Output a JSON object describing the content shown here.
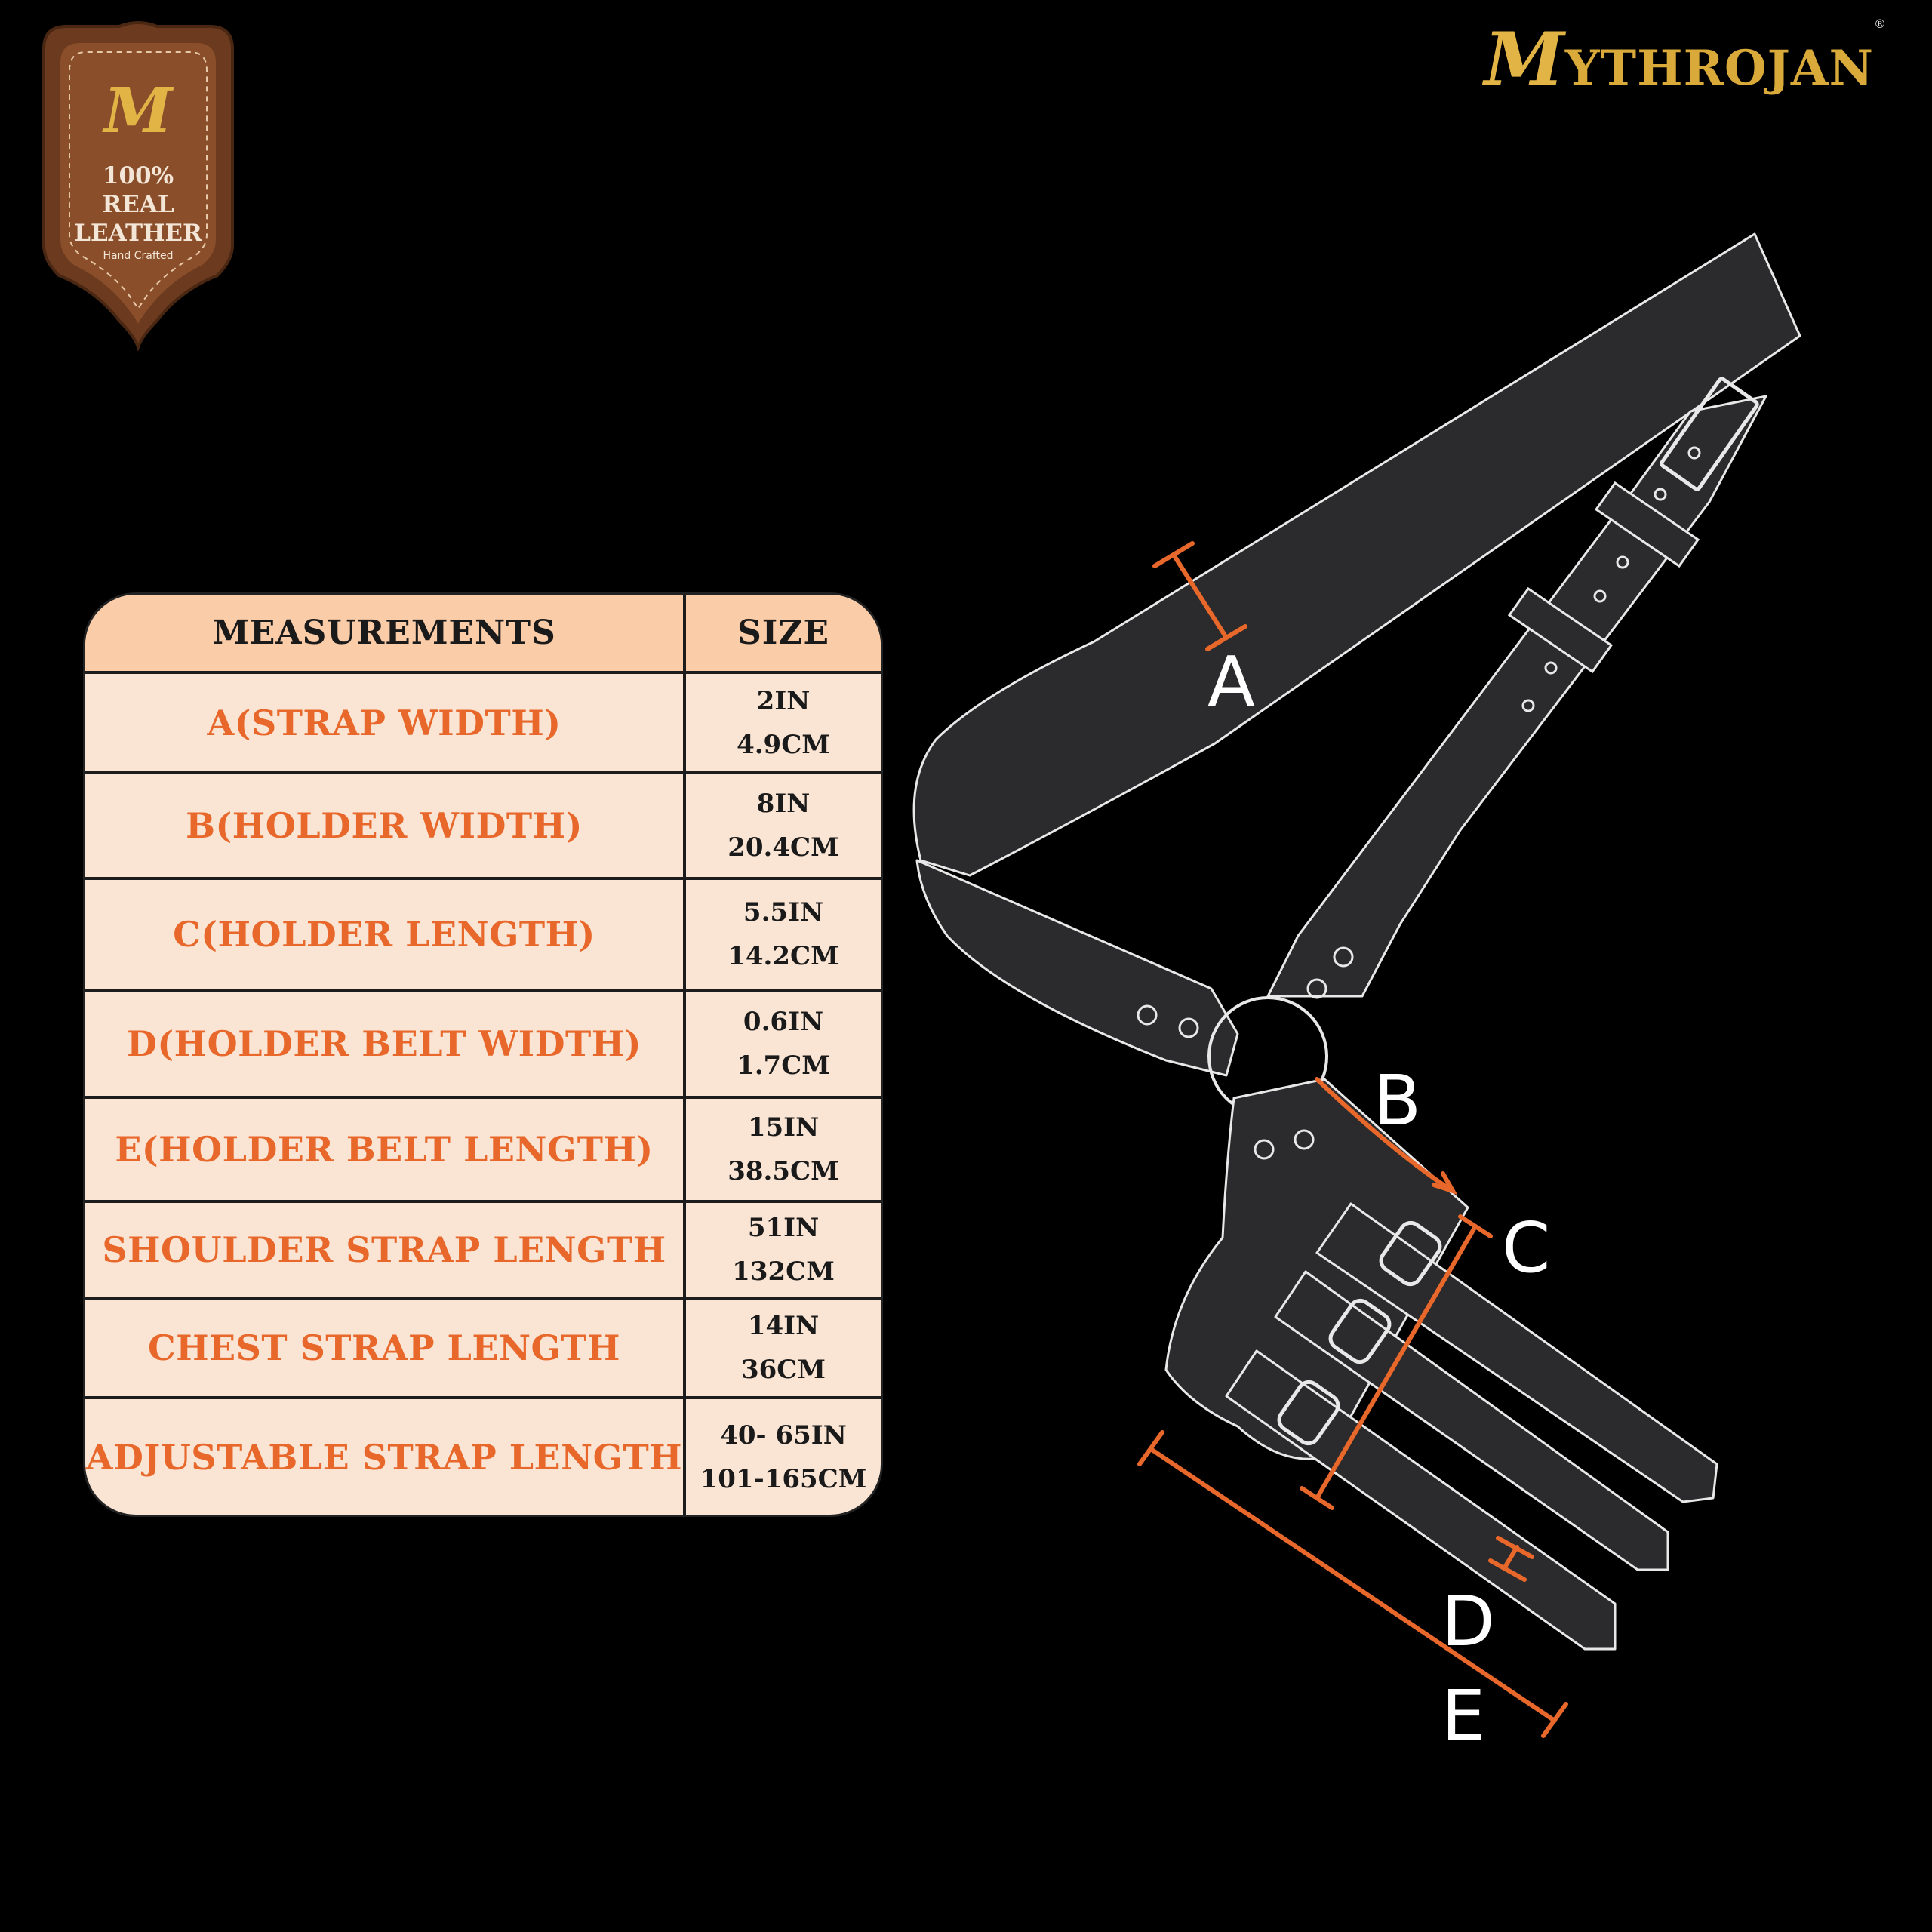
{
  "badge": {
    "percent": "100%",
    "line1": "REAL",
    "line2": "LEATHER",
    "sub": "Hand Crafted",
    "monogram": "M",
    "color_outer": "#6b3a1f",
    "color_inner": "#8a4e2a"
  },
  "brand": {
    "first_letter": "M",
    "rest": "YTHROJAN",
    "registered": "®",
    "color": "#d9a93a"
  },
  "table": {
    "header": {
      "col1": "MEASUREMENTS",
      "col2": "SIZE"
    },
    "rows": [
      {
        "label": "A(STRAP WIDTH)",
        "in": "2IN",
        "cm": "4.9CM"
      },
      {
        "label": "B(HOLDER WIDTH)",
        "in": "8IN",
        "cm": "20.4CM"
      },
      {
        "label": "C(HOLDER LENGTH)",
        "in": "5.5IN",
        "cm": "14.2CM"
      },
      {
        "label": "D(HOLDER BELT WIDTH)",
        "in": "0.6IN",
        "cm": "1.7CM"
      },
      {
        "label": "E(HOLDER BELT LENGTH)",
        "in": "15IN",
        "cm": "38.5CM"
      },
      {
        "label": "SHOULDER STRAP LENGTH",
        "in": "51IN",
        "cm": "132CM"
      },
      {
        "label": "CHEST STRAP LENGTH",
        "in": "14IN",
        "cm": "36CM"
      },
      {
        "label": "ADJUSTABLE STRAP LENGTH",
        "in": "40- 65IN",
        "cm": "101-165CM"
      }
    ],
    "colors": {
      "header_bg": "#fbcca8",
      "body_bg": "#fae5d5",
      "label": "#e8672a"
    }
  },
  "diagram": {
    "labels": {
      "a": "A",
      "b": "B",
      "c": "C",
      "d": "D",
      "e": "E"
    },
    "strap_fill": "#2b2b2d",
    "outline": "#e8e8e8",
    "measure_color": "#e8672a"
  }
}
